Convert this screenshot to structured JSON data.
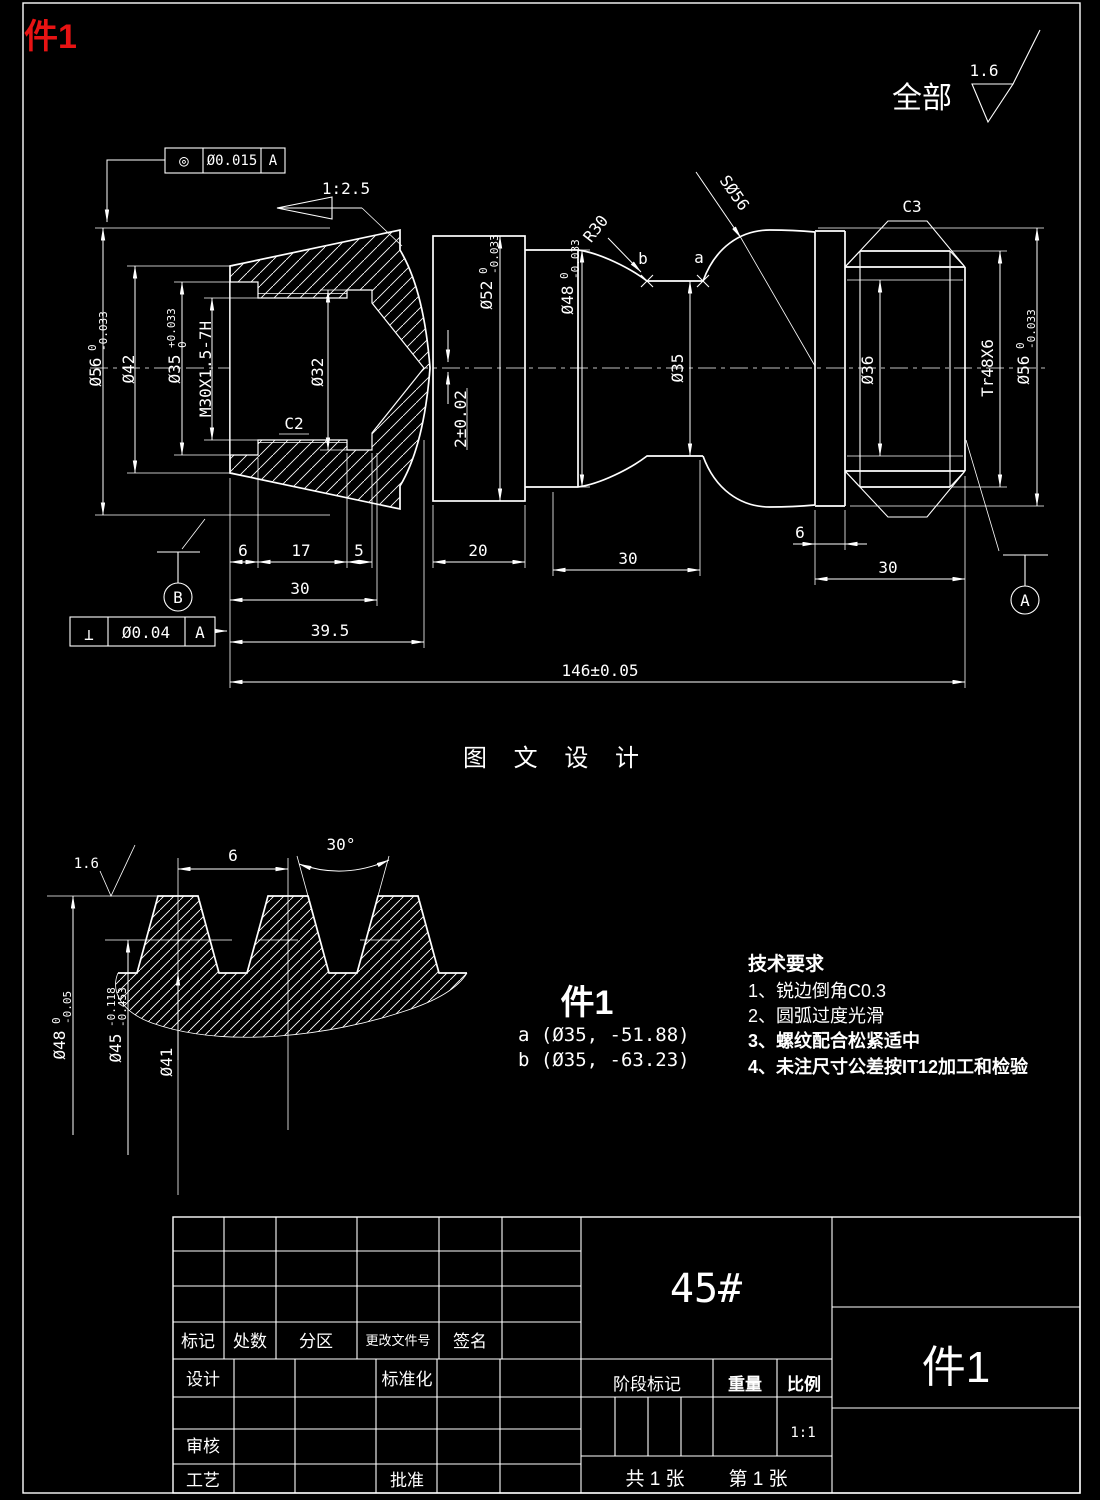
{
  "colors": {
    "background": "#000000",
    "line": "#ffffff",
    "accent_red": "#e81313"
  },
  "red_tag": "件1",
  "surface": {
    "scope": "全部",
    "value": "1.6"
  },
  "taper": "1:2.5",
  "fcf1": {
    "sym": "◎",
    "tol": "Ø0.015",
    "datum": "A"
  },
  "fcf2": {
    "sym": "⊥",
    "tol": "Ø0.04",
    "datum": "A"
  },
  "datums": {
    "a": "A",
    "b": "B"
  },
  "callouts": {
    "r30": "R30",
    "s56": "SØ56",
    "c3": "C3",
    "c2": "C2",
    "a": "a",
    "b": "b"
  },
  "dims": {
    "d56L": {
      "v": "Ø56",
      "up": "0",
      "low": "-0.033"
    },
    "d42": "Ø42",
    "d35b": {
      "v": "Ø35",
      "up": "+0.033",
      "low": "0"
    },
    "m30": "M30X1.5-7H",
    "d32": "Ø32",
    "d52": {
      "v": "Ø52",
      "up": "0",
      "low": "-0.033"
    },
    "g2": "2±0.02",
    "d48": {
      "v": "Ø48",
      "up": "0",
      "low": "-0.033"
    },
    "d35": "Ø35",
    "d36": "Ø36",
    "tr48": "Tr48X6",
    "d56R": {
      "v": "Ø56",
      "up": "0",
      "low": "-0.033"
    },
    "l6a": "6",
    "l17": "17",
    "l5": "5",
    "l30a": "30",
    "l39": "39.5",
    "l20": "20",
    "l30b": "30",
    "l6b": "6",
    "l30c": "30",
    "l146": "146±0.05"
  },
  "caption": "图 文 设 计",
  "detail": {
    "pitch": "6",
    "angle": "30°",
    "rough": "1.6",
    "d48": {
      "v": "Ø48",
      "up": "0",
      "low": "-0.05"
    },
    "d45": {
      "v": "Ø45",
      "up": "-0.118",
      "low": "-0.453"
    },
    "d41": "Ø41",
    "label": "件1",
    "ca": "a (Ø35, -51.88)",
    "cb": "b (Ø35, -63.23)"
  },
  "tech": {
    "t": "技术要求",
    "i1": "1、锐边倒角C0.3",
    "i2": "2、圆弧过度光滑",
    "i3": "3、螺纹配合松紧适中",
    "i4": "4、未注尺寸公差按IT12加工和检验"
  },
  "tb": {
    "mark": "标记",
    "count": "处数",
    "zone": "分区",
    "docno": "更改文件号",
    "sign": "签名",
    "design": "设计",
    "std": "标准化",
    "check": "审核",
    "proc": "工艺",
    "appr": "批准",
    "material": "45#",
    "stage": "阶段标记",
    "weight": "重量",
    "scale": "比例",
    "scalev": "1:1",
    "sheets": "共 1 张",
    "page": "第 1 张",
    "part": "件1"
  }
}
